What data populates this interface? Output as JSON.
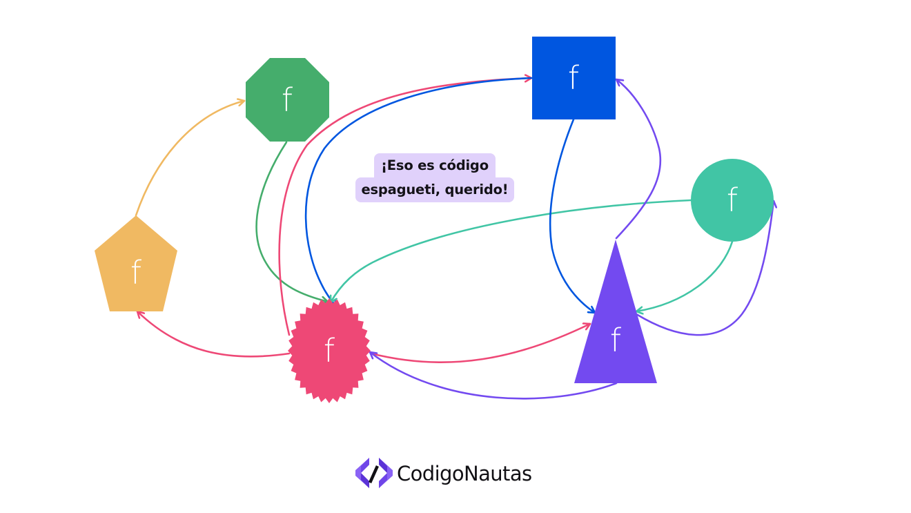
{
  "diagram": {
    "type": "function call graph (spaghetti code illustration)",
    "colors": {
      "background": "#ffffff",
      "pentagon": "#f0b962",
      "octagon": "#45ad6c",
      "starburst": "#ee4876",
      "square": "#0056e0",
      "circle": "#41c5a5",
      "triangle": "#734af0",
      "bubble": "#e0d1fb"
    },
    "nodes": [
      {
        "id": "pentagon",
        "shape": "pentagon",
        "label": "f",
        "color": "#f0b962"
      },
      {
        "id": "octagon",
        "shape": "octagon",
        "label": "f",
        "color": "#45ad6c"
      },
      {
        "id": "starburst",
        "shape": "starburst",
        "label": "f",
        "color": "#ee4876"
      },
      {
        "id": "square",
        "shape": "square",
        "label": "f",
        "color": "#0056e0"
      },
      {
        "id": "circle",
        "shape": "circle",
        "label": "f",
        "color": "#41c5a5"
      },
      {
        "id": "triangle",
        "shape": "triangle",
        "label": "f",
        "color": "#734af0"
      }
    ],
    "edges": [
      {
        "from": "pentagon",
        "to": "octagon",
        "color": "#f0b962"
      },
      {
        "from": "octagon",
        "to": "starburst",
        "color": "#45ad6c"
      },
      {
        "from": "starburst",
        "to": "pentagon",
        "color": "#ee4876"
      },
      {
        "from": "starburst",
        "to": "square",
        "color": "#ee4876"
      },
      {
        "from": "starburst",
        "to": "triangle",
        "color": "#ee4876"
      },
      {
        "from": "square",
        "to": "starburst",
        "color": "#0056e0"
      },
      {
        "from": "square",
        "to": "triangle",
        "color": "#0056e0"
      },
      {
        "from": "circle",
        "to": "starburst",
        "color": "#41c5a5"
      },
      {
        "from": "circle",
        "to": "triangle",
        "color": "#41c5a5"
      },
      {
        "from": "triangle",
        "to": "square",
        "color": "#734af0"
      },
      {
        "from": "triangle",
        "to": "circle",
        "color": "#734af0"
      },
      {
        "from": "triangle",
        "to": "starburst",
        "color": "#734af0"
      }
    ]
  },
  "speech_bubble": {
    "line1": "¡Eso es código",
    "line2": "espagueti, querido!"
  },
  "brand": {
    "name": "CodigoNautas",
    "icon": "code-brackets-logo-icon"
  }
}
